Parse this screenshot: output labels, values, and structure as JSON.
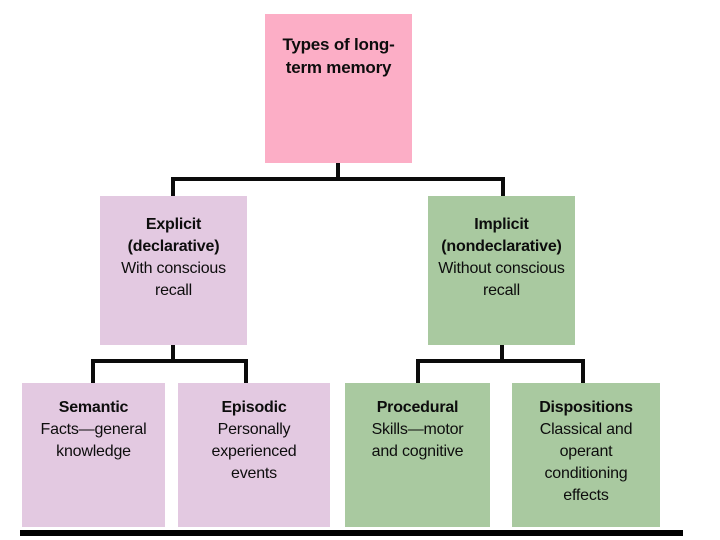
{
  "page": {
    "background": "#ffffff",
    "kind": "tree-diagram-slide"
  },
  "colors": {
    "root_box": "#fcaec6",
    "explicit_branch_box": "#e3c9e1",
    "implicit_branch_box": "#a9c9a0",
    "connector_line": "#0b0b0b",
    "footer_bar": "#000000"
  },
  "tree": {
    "root": {
      "title": "Types of long-\nterm memory"
    },
    "level2": [
      {
        "title": "Explicit\n(declarative)",
        "subtitle": "With conscious\nrecall"
      },
      {
        "title": "Implicit\n(nondeclarative)",
        "subtitle": "Without conscious\nrecall"
      }
    ],
    "level3": [
      {
        "title": "Semantic",
        "subtitle": "Facts—general\nknowledge"
      },
      {
        "title": "Episodic",
        "subtitle": "Personally\nexperienced\nevents"
      },
      {
        "title": "Procedural",
        "subtitle": "Skills—motor\nand cognitive"
      },
      {
        "title": "Dispositions",
        "subtitle": "Classical and\noperant\nconditioning\neffects"
      }
    ]
  }
}
